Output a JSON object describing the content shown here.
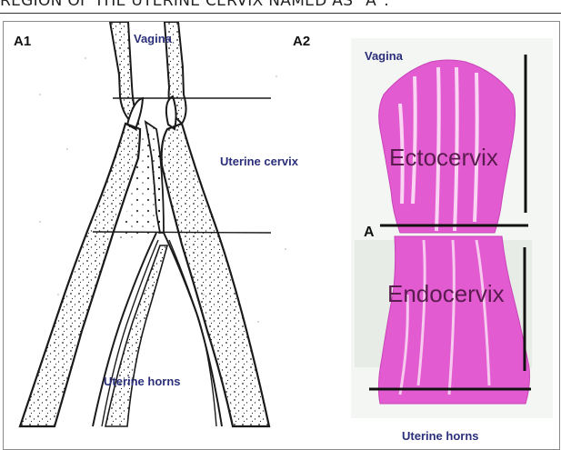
{
  "caption": {
    "text": "REGION OF THE UTERINE CERVIX NAMED AS \"A\"."
  },
  "figure": {
    "panel_a1": {
      "panel_label": "A1",
      "label_vagina": "Vagina",
      "label_cervix": "Uterine cervix",
      "label_horns": "Uterine horns"
    },
    "panel_a2": {
      "panel_label": "A2",
      "label_vagina": "Vagina",
      "label_ectocervix": "Ectocervix",
      "label_endocervix": "Endocervix",
      "label_region": "A",
      "label_horns": "Uterine horns"
    }
  },
  "colors": {
    "outline": "#1a1a1a",
    "tissue_pink": "#e55fd3",
    "label_blue": "#2b2f7a"
  }
}
